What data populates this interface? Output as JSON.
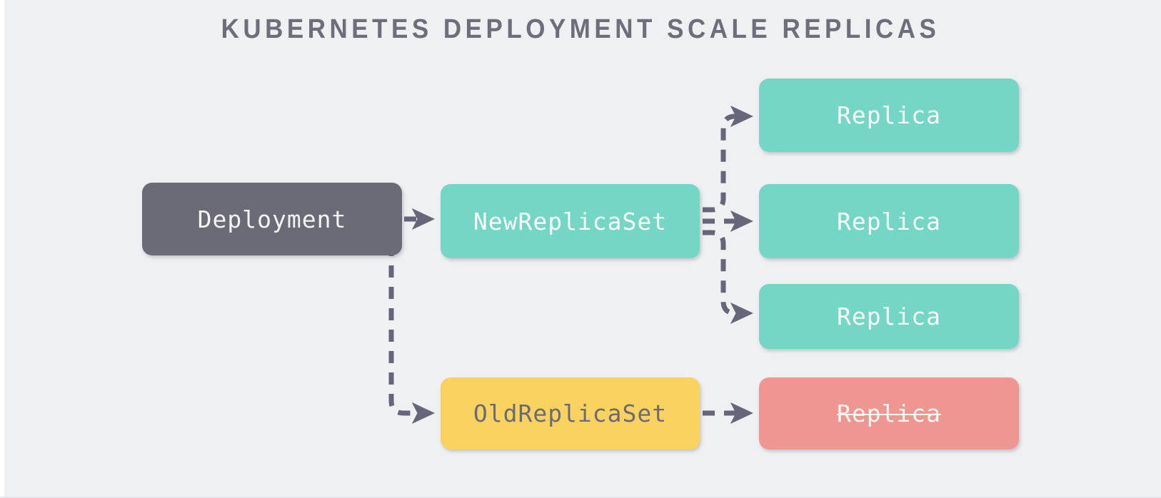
{
  "title": "KUBERNETES DEPLOYMENT SCALE REPLICAS",
  "colors": {
    "background": "#eff0f2",
    "title_text": "#6d6d7c",
    "deployment": "#6b6a77",
    "replicaset_new": "#74d6c4",
    "replicaset_old": "#fad25f",
    "replica_active": "#74d6c4",
    "replica_terminating": "#ef9691",
    "edge": "#666579"
  },
  "nodes": {
    "deployment": {
      "label": "Deployment"
    },
    "new_replicaset": {
      "label": "NewReplicaSet"
    },
    "old_replicaset": {
      "label": "OldReplicaSet"
    },
    "replica_1": {
      "label": "Replica"
    },
    "replica_2": {
      "label": "Replica"
    },
    "replica_3": {
      "label": "Replica"
    },
    "replica_terminating": {
      "label": "Replica"
    }
  },
  "edges": [
    {
      "from": "deployment",
      "to": "new-replicaset",
      "style": "dashed-arrow"
    },
    {
      "from": "deployment",
      "to": "old-replicaset",
      "style": "dashed-arrow"
    },
    {
      "from": "new-replicaset",
      "to": "replica-1",
      "style": "dashed-arrow"
    },
    {
      "from": "new-replicaset",
      "to": "replica-2",
      "style": "dashed-arrow"
    },
    {
      "from": "new-replicaset",
      "to": "replica-3",
      "style": "dashed-arrow"
    },
    {
      "from": "old-replicaset",
      "to": "replica-terminating",
      "style": "dashed-arrow"
    }
  ]
}
